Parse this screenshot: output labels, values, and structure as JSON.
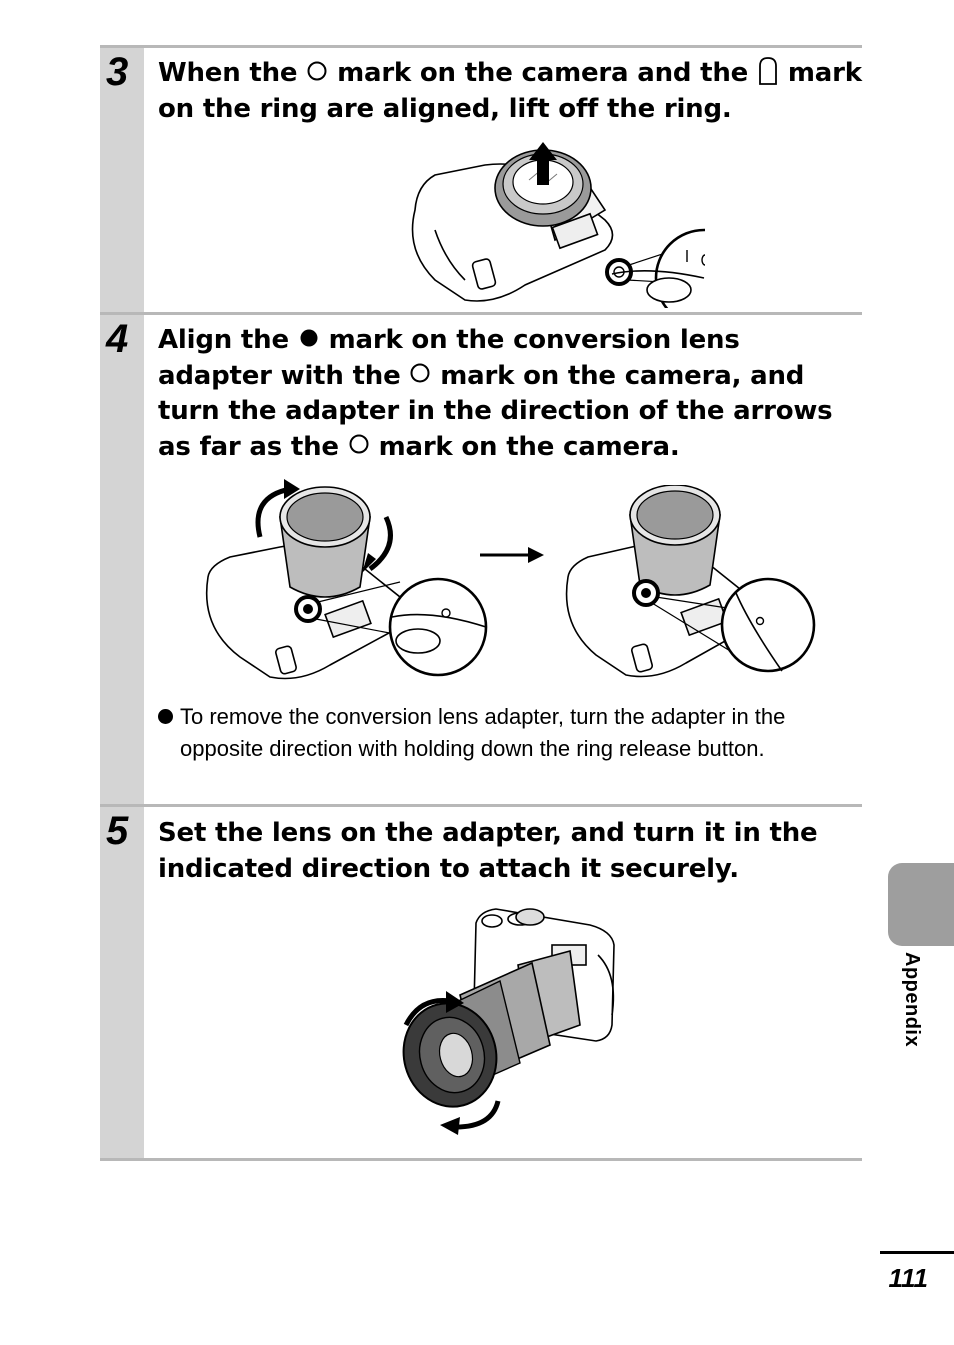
{
  "steps": [
    {
      "number": "3",
      "title_parts": [
        "When the",
        "mark on the camera and the",
        "mark on the ring are aligned, lift off the ring."
      ]
    },
    {
      "number": "4",
      "title_parts": [
        "Align the",
        "mark on the conversion lens adapter with the",
        "mark on the camera, and turn the adapter in the direction of the arrows as far as the",
        "mark on the camera."
      ],
      "bullet": "To remove the conversion lens adapter, turn the adapter in the opposite direction with holding down the ring release button."
    },
    {
      "number": "5",
      "title": "Set the lens on the adapter, and turn it in the indicated direction to attach it securely."
    }
  ],
  "side_tab": {
    "label": "Appendix"
  },
  "page_number": "111",
  "icons": {
    "open_circle": "open-circle-mark",
    "filled_circle": "filled-circle-mark",
    "ring_mark": "ring-mark"
  }
}
